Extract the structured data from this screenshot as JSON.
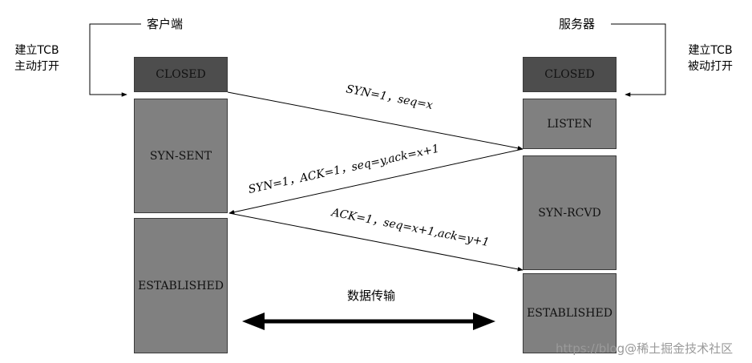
{
  "client": {
    "title": "客户端",
    "side_label_line1": "建立TCB",
    "side_label_line2": "主动打开",
    "states": [
      "CLOSED",
      "SYN-SENT",
      "ESTABLISHED"
    ]
  },
  "server": {
    "title": "服务器",
    "side_label_line1": "建立TCB",
    "side_label_line2": "被动打开",
    "states": [
      "CLOSED",
      "LISTEN",
      "SYN-RCVD",
      "ESTABLISHED"
    ]
  },
  "messages": {
    "syn": "SYN=1，seq=x",
    "syn_ack": "SYN=1，ACK=1，seq=y,ack=x+1",
    "ack": "ACK=1，seq=x+1,ack=y+1"
  },
  "data_transfer": "数据传输",
  "watermark": "https://blog@稀土掘金技术社区"
}
